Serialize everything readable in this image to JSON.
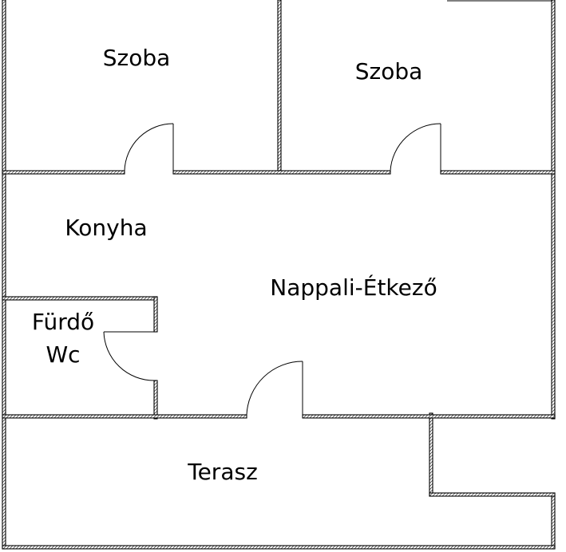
{
  "plan": {
    "rooms": [
      {
        "label": "Szoba"
      },
      {
        "label": "Szoba"
      },
      {
        "label": "Konyha"
      },
      {
        "label": "Nappali-Étkező"
      },
      {
        "label": "Fürdő"
      },
      {
        "label": "Wc"
      },
      {
        "label": "Terasz"
      }
    ]
  }
}
